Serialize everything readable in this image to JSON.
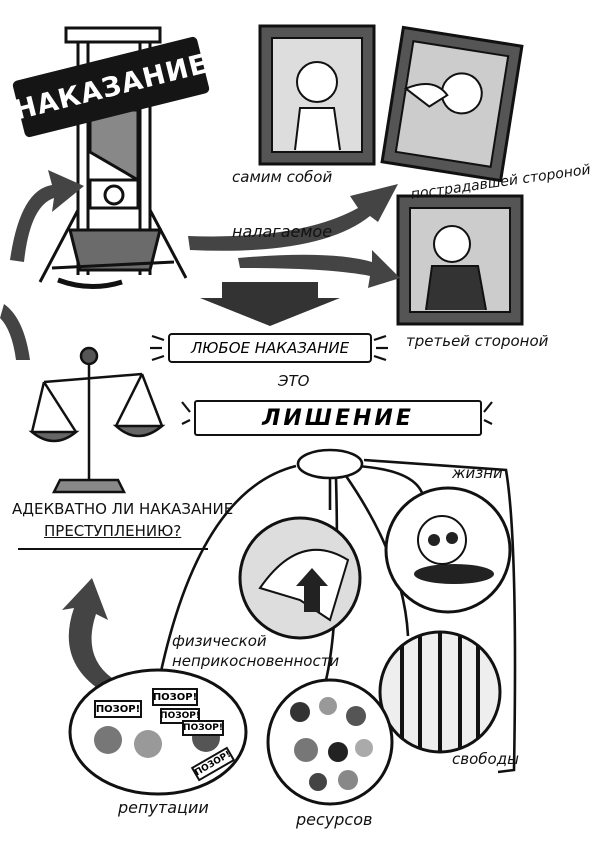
{
  "title": "НАКАЗАНИЕ",
  "agents": {
    "self": "самим собой",
    "victim": "пострадавшей стороной",
    "third": "третьей стороной",
    "imposed": "налагаемое"
  },
  "statement": {
    "any": "ЛЮБОЕ НАКАЗАНИЕ",
    "is": "ЭТО",
    "deprivation": "ЛИШЕНИЕ"
  },
  "question": {
    "line1": "АДЕКВАТНО ЛИ НАКАЗАНИЕ",
    "line2": "ПРЕСТУПЛЕНИЮ?"
  },
  "kinds": {
    "life": "жизни",
    "body_line1": "физической",
    "body_line2": "неприкосновенности",
    "freedom": "свободы",
    "resources": "ресурсов",
    "reputation": "репутации"
  },
  "protest_signs": [
    "ПОЗОР!",
    "ПОЗОР!",
    "ПОЗОР!",
    "ПОЗОР!",
    "ПОЗОР!"
  ]
}
